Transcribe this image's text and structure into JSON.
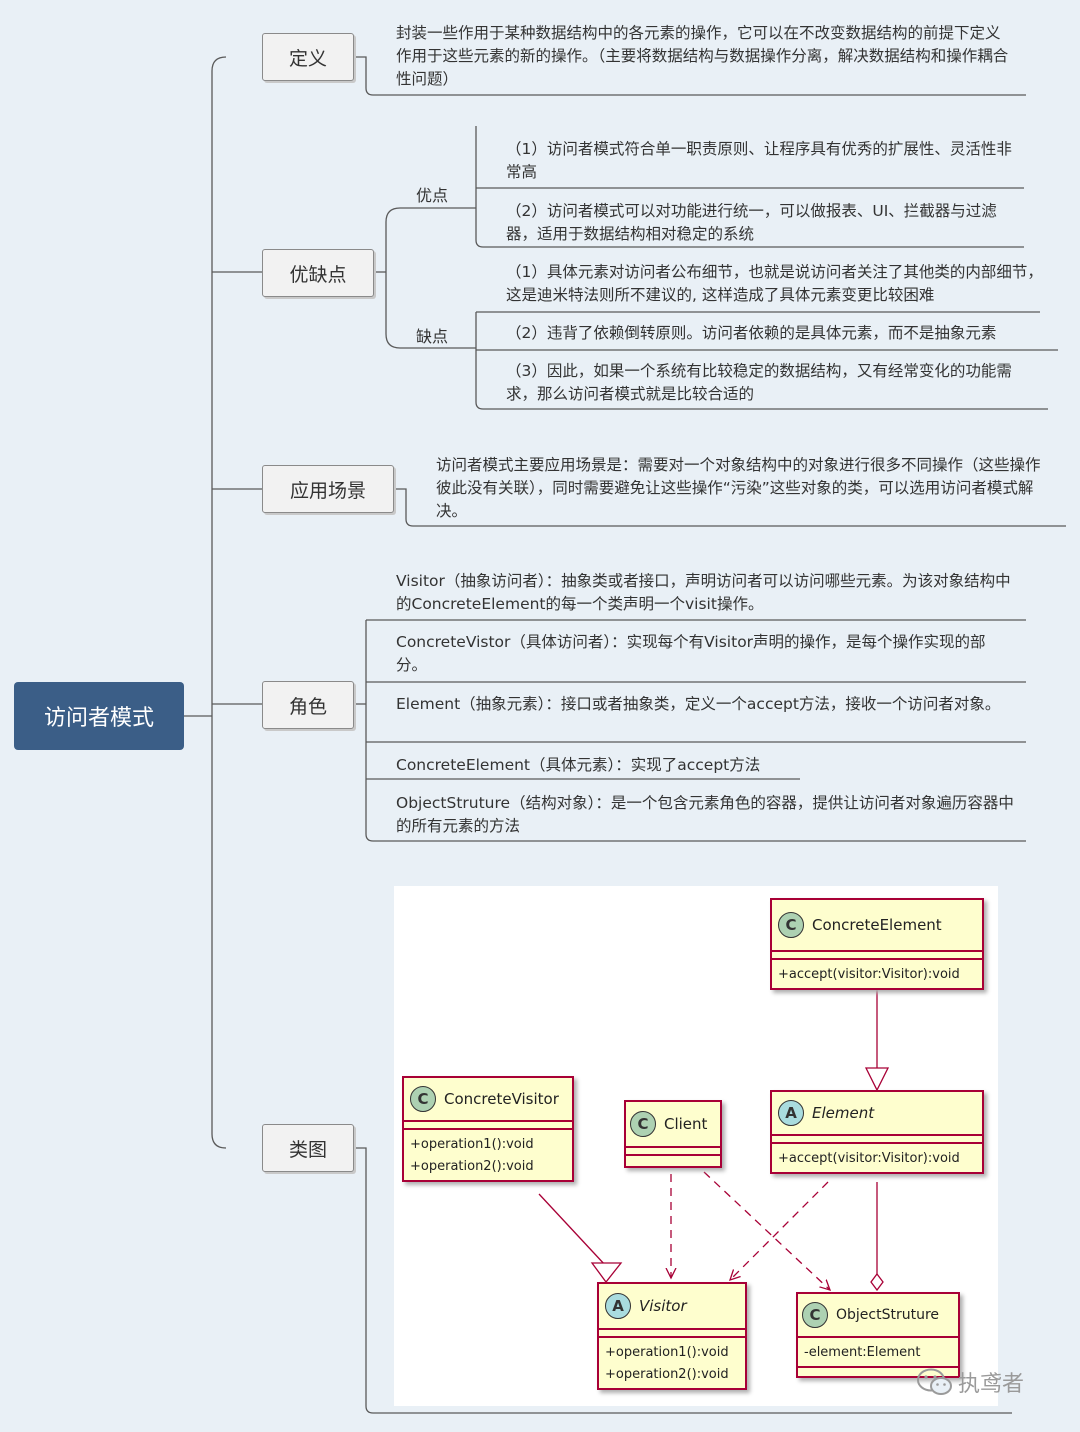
{
  "root": "访问者模式",
  "branches": {
    "definition": {
      "label": "定义",
      "text": "封装一些作用于某种数据结构中的各元素的操作，它可以在不改变数据结构的前提下定义作用于这些元素的新的操作。（主要将数据结构与数据操作分离，解决数据结构和操作耦合性问题）"
    },
    "pros_cons": {
      "label": "优缺点",
      "pros_label": "优点",
      "pros": [
        "（1）访问者模式符合单一职责原则、让程序具有优秀的扩展性、灵活性非常高",
        "（2）访问者模式可以对功能进行统一，可以做报表、UI、拦截器与过滤器，适用于数据结构相对稳定的系统"
      ],
      "cons_label": "缺点",
      "cons": [
        "（1）具体元素对访问者公布细节，也就是说访问者关注了其他类的内部细节，这是迪米特法则所不建议的, 这样造成了具体元素变更比较困难",
        "（2）违背了依赖倒转原则。访问者依赖的是具体元素，而不是抽象元素",
        "（3）因此，如果一个系统有比较稳定的数据结构，又有经常变化的功能需求，那么访问者模式就是比较合适的"
      ]
    },
    "scenario": {
      "label": "应用场景",
      "text": "访问者模式主要应用场景是：需要对一个对象结构中的对象进行很多不同操作（这些操作彼此没有关联），同时需要避免让这些操作“污染”这些对象的类，可以选用访问者模式解决。"
    },
    "roles": {
      "label": "角色",
      "items": [
        "Visitor（抽象访问者）：抽象类或者接口，声明访问者可以访问哪些元素。为该对象结构中的ConcreteElement的每一个类声明一个visit操作。",
        "ConcreteVistor（具体访问者）：实现每个有Visitor声明的操作，是每个操作实现的部分。",
        "Element（抽象元素）：接口或者抽象类，定义一个accept方法，接收一个访问者对象。",
        "ConcreteElement（具体元素）：实现了accept方法",
        "ObjectStruture（结构对象）：是一个包含元素角色的容器，提供让访问者对象遍历容器中的所有元素的方法"
      ]
    },
    "class_diagram": {
      "label": "类图",
      "classes": {
        "concrete_element": {
          "stereotype": "C",
          "name": "ConcreteElement",
          "ops": [
            "+accept(visitor:Visitor):void"
          ]
        },
        "element": {
          "stereotype": "A",
          "name": "Element",
          "ops": [
            "+accept(visitor:Visitor):void"
          ]
        },
        "concrete_visitor": {
          "stereotype": "C",
          "name": "ConcreteVisitor",
          "ops": [
            "+operation1():void",
            "+operation2():void"
          ]
        },
        "client": {
          "stereotype": "C",
          "name": "Client",
          "ops": []
        },
        "visitor": {
          "stereotype": "A",
          "name": "Visitor",
          "ops": [
            "+operation1():void",
            "+operation2():void"
          ]
        },
        "object_structure": {
          "stereotype": "C",
          "name": "ObjectStruture",
          "ops": [
            "-element:Element"
          ]
        }
      }
    }
  },
  "watermark": "执鸢者",
  "colors": {
    "background": "#e9f0f6",
    "root_fill": "#3b5e87",
    "node_fill": "#f2f2f2",
    "uml_fill": "#fefece",
    "uml_border": "#a80036",
    "uml_stereotype_c": "#add1b2",
    "uml_stereotype_a": "#a9dcdf"
  }
}
